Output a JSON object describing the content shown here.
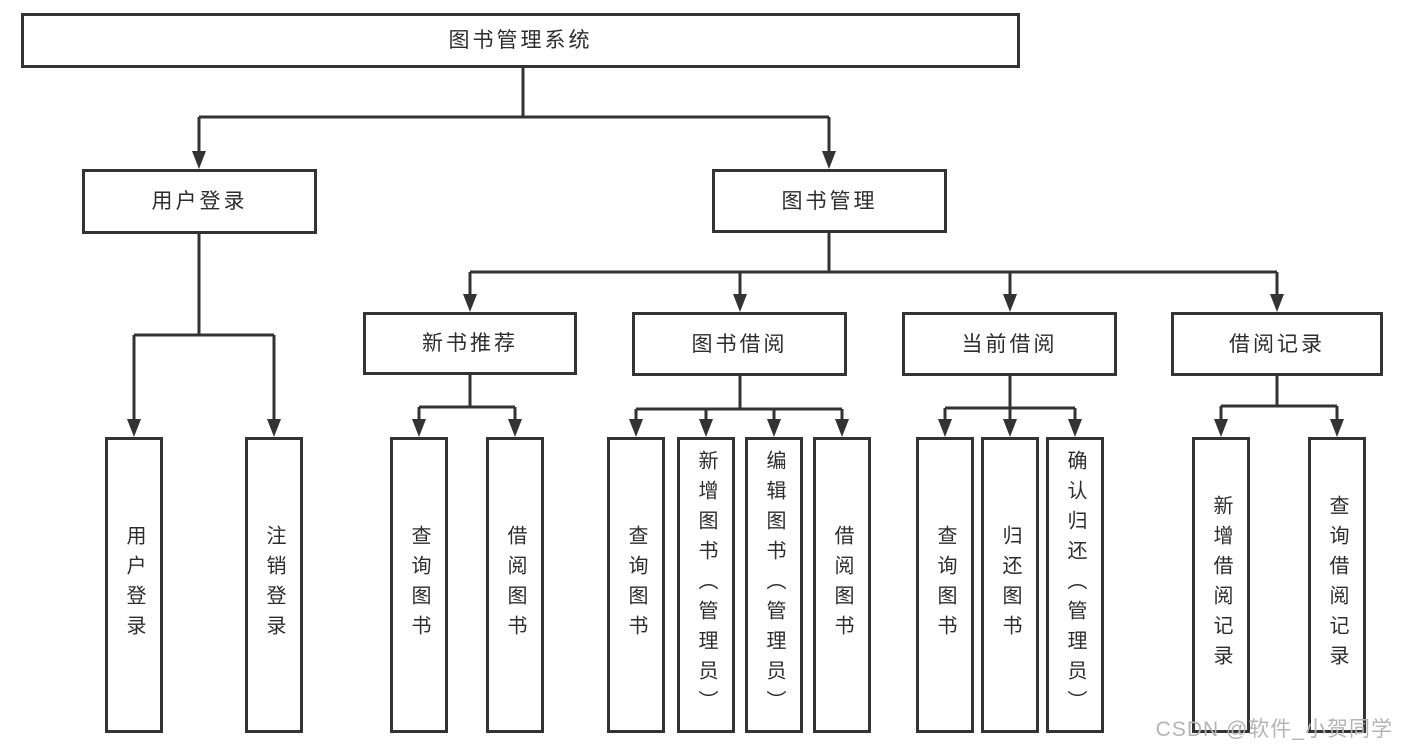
{
  "diagram": {
    "title_node": "图书管理系统",
    "level2": {
      "user_login": "用户登录",
      "book_management": "图书管理"
    },
    "level3": {
      "new_book_recommend": "新书推荐",
      "book_borrowing": "图书借阅",
      "current_borrowing": "当前借阅",
      "borrowing_records": "借阅记录"
    },
    "leaves": {
      "user_login_leaf": "用户登录",
      "logout_leaf": "注销登录",
      "nbr_query_books": "查询图书",
      "nbr_borrow_books": "借阅图书",
      "bb_query_books": "查询图书",
      "bb_add_books": "新增图书（管理员）",
      "bb_edit_books": "编辑图书（管理员）",
      "bb_borrow_books": "借阅图书",
      "cb_query_books": "查询图书",
      "cb_return_books": "归还图书",
      "cb_confirm_return": "确认归还（管理员）",
      "br_add_record": "新增借阅记录",
      "br_query_record": "查询借阅记录"
    }
  },
  "watermark": "CSDN @软件_小贺同学",
  "colors": {
    "line": "#333333",
    "text": "#2d2d2d",
    "watermark": "#b4b4b4",
    "background": "#ffffff"
  }
}
